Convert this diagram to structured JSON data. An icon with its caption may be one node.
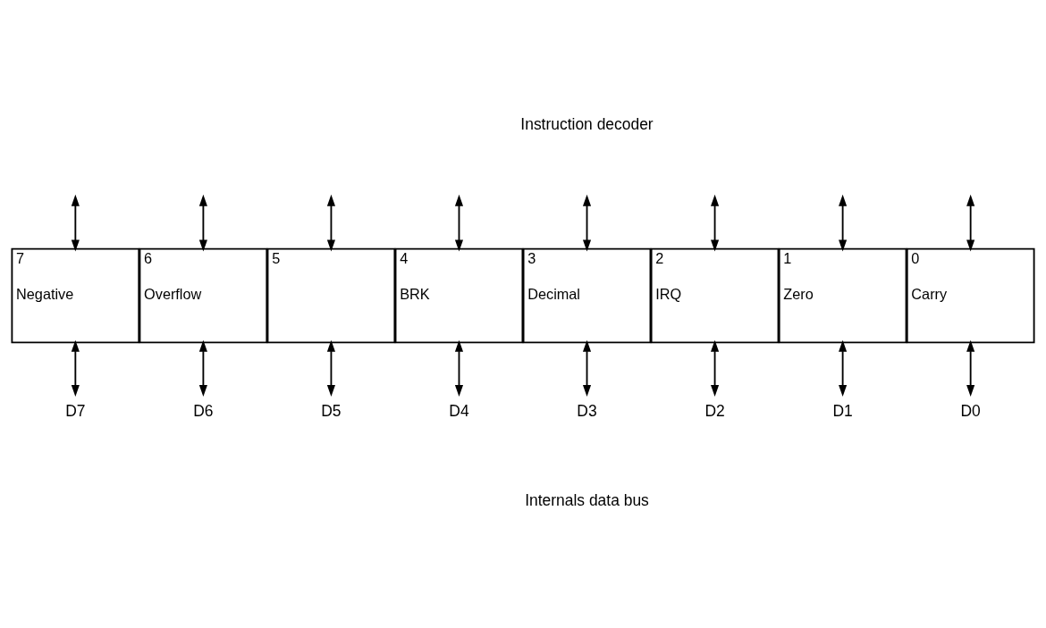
{
  "diagram": {
    "nodes": [
      {
        "text": [
          "7",
          "Negative"
        ]
      },
      {
        "text": [
          "6",
          "Overflow"
        ]
      },
      {
        "text": [
          "5"
        ]
      },
      {
        "text": [
          "4",
          "BRK"
        ]
      },
      {
        "text": [
          "3",
          "Decimal"
        ]
      },
      {
        "text": [
          "2",
          "IRQ"
        ]
      },
      {
        "text": [
          "1",
          "Zero"
        ]
      },
      {
        "text": [
          "0",
          "Carry"
        ]
      },
      {
        "text": [
          "D7"
        ]
      },
      {
        "text": [
          "D6"
        ]
      },
      {
        "text": [
          "D5"
        ]
      },
      {
        "text": [
          "D4"
        ]
      },
      {
        "text": [
          "D3"
        ]
      },
      {
        "text": [
          "D2"
        ]
      },
      {
        "text": [
          "D1"
        ]
      },
      {
        "text": [
          "D0"
        ]
      }
    ],
    "edges": [
      {
        "from": 0,
        "to": null,
        "arrow": "both"
      },
      {
        "from": 1,
        "to": null,
        "arrow": "both"
      },
      {
        "from": 2,
        "to": null,
        "arrow": "both"
      },
      {
        "from": 3,
        "to": null,
        "arrow": "both"
      },
      {
        "from": 4,
        "to": null,
        "arrow": "both"
      },
      {
        "from": 5,
        "to": null,
        "arrow": "both"
      },
      {
        "from": 6,
        "to": null,
        "arrow": "both"
      },
      {
        "from": 7,
        "to": null,
        "arrow": "both"
      },
      {
        "from": 0,
        "to": 8,
        "arrow": "both"
      },
      {
        "from": 1,
        "to": 9,
        "arrow": "both"
      },
      {
        "from": 2,
        "to": 10,
        "arrow": "both"
      },
      {
        "from": 3,
        "to": 11,
        "arrow": "both"
      },
      {
        "from": 4,
        "to": 12,
        "arrow": "both"
      },
      {
        "from": 5,
        "to": 13,
        "arrow": "both"
      },
      {
        "from": 6,
        "to": 14,
        "arrow": "both"
      },
      {
        "from": 7,
        "to": 15,
        "arrow": "both"
      }
    ],
    "labels": [
      "Instruction decoder",
      "Internals data bus"
    ]
  }
}
